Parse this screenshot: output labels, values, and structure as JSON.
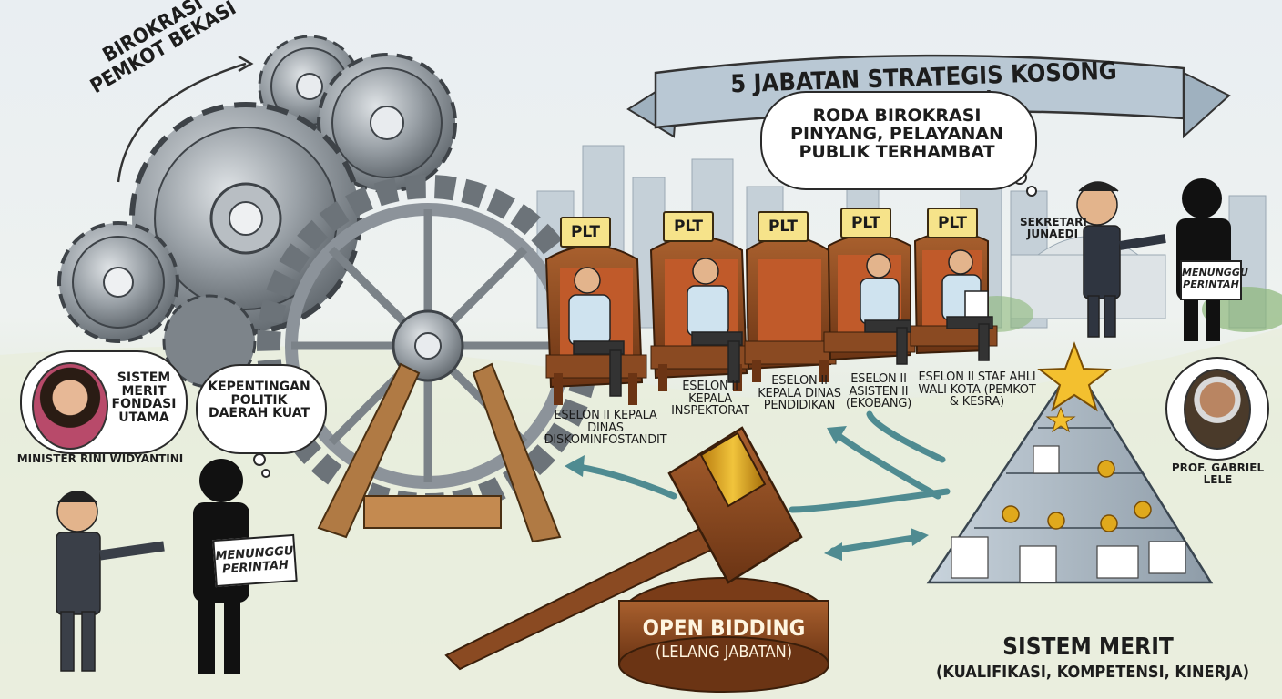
{
  "banner": {
    "title": "5 JABATAN STRATEGIS KOSONG (DEFINITIF)"
  },
  "cloud_top": {
    "text": "RODA BIROKRASI PINYANG, PELAYANAN PUBLIK TERHAMBAT"
  },
  "gears": {
    "caption": "BIROKRASI PEMKOT BEKASI"
  },
  "chairs": [
    {
      "tag": "PLT",
      "position": "ESELON II KEPALA DINAS DISKOMINFOSTANDIT"
    },
    {
      "tag": "PLT",
      "position": "ESELON II KEPALA INSPEKTORAT"
    },
    {
      "tag": "PLT",
      "position": "ESELON II KEPALA DINAS PENDIDIKAN"
    },
    {
      "tag": "PLT",
      "position": "ESELON II ASISTEN II (EKOBANG)"
    },
    {
      "tag": "PLT",
      "position": "ESELON II STAF AHLI WALI KOTA (PEMKOT & KESRA)"
    }
  ],
  "minister": {
    "quote": "SISTEM MERIT FONDASI UTAMA",
    "name": "MINISTER RINI WIDYANTINI"
  },
  "left_cloud": {
    "text": "KEPENTINGAN POLITIK DAERAH KUAT"
  },
  "left_shadow_sign": "MENUNGGU PERINTAH",
  "right_shadow_sign": "MENUNGGU PERINTAH",
  "secretary": {
    "name": "SEKRETARI JUNAEDI"
  },
  "professor": {
    "name": "PROF. GABRIEL LELE"
  },
  "gavel": {
    "title": "OPEN BIDDING",
    "subtitle": "(LELANG JABATAN)"
  },
  "merit": {
    "title": "SISTEM MERIT",
    "subtitle": "(KUALIFIKASI, KOMPETENSI, KINERJA)"
  },
  "colors": {
    "banner": "#b9c8d4",
    "gavel_wood": "#8a4a22",
    "gold": "#e0a91c",
    "gear_steel": "#8c939a",
    "arrow": "#4f8b91"
  },
  "icons": [
    "gear-icon",
    "chair-icon",
    "gavel-icon",
    "star-icon",
    "medal-icon",
    "document-icon",
    "arrow-icon"
  ]
}
